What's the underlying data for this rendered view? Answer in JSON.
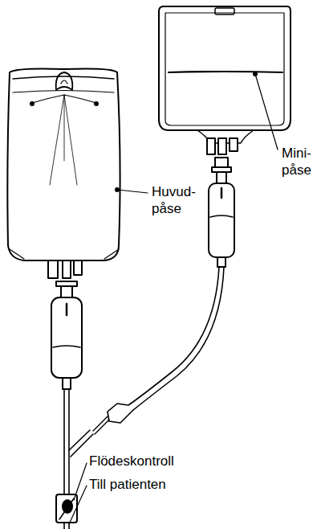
{
  "diagram": {
    "labels": [
      "Huvud- påse",
      "Mini- påse",
      "Flödeskontroll",
      "Till patienten"
    ]
  }
}
